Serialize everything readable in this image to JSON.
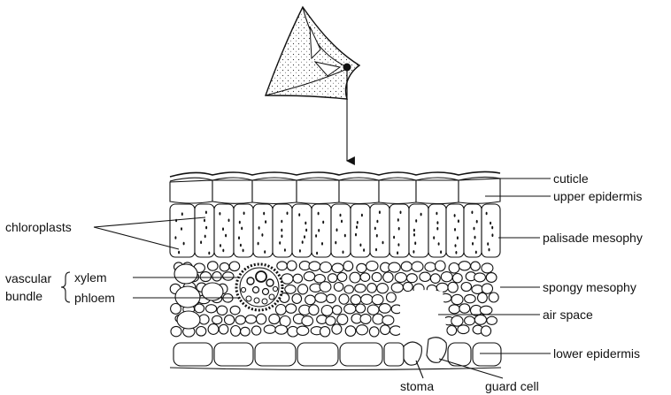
{
  "labels": {
    "cuticle": "cuticle",
    "upper_epidermis": "upper epidermis",
    "chloroplasts": "chloroplasts",
    "palisade_mesophyll": "palisade mesophy",
    "vascular_line1": "vascular",
    "vascular_line2": "bundle",
    "xylem": "xylem",
    "phloem": "phloem",
    "spongy_mesophyll": "spongy mesophy",
    "air_space": "air space",
    "lower_epidermis": "lower epidermis",
    "stoma": "stoma",
    "guard_cell": "guard cell"
  }
}
